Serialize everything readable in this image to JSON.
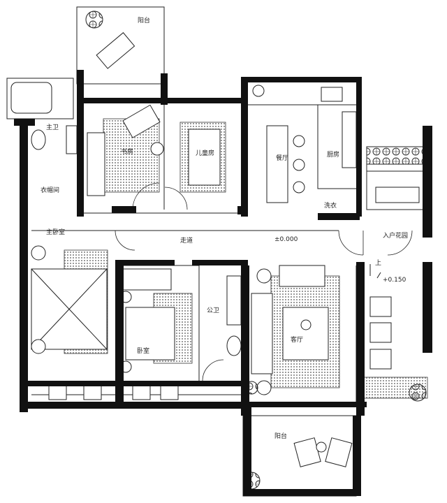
{
  "plan": {
    "rooms": {
      "balcony_top": "阳台",
      "master_bath": "主卫",
      "cloakroom": "衣帽间",
      "master_bedroom": "主卧室",
      "study": "书房",
      "kids_room": "儿童房",
      "dining": "餐厅",
      "kitchen": "厨房",
      "laundry": "洗衣",
      "corridor": "走道",
      "entry_garden": "入户花园",
      "public_bath": "公卫",
      "bedroom": "卧室",
      "living": "客厅",
      "balcony_bottom": "阳台"
    },
    "levels": {
      "main": "±0.000",
      "garden": "+0.150",
      "step_up": "上"
    },
    "colors": {
      "wall": "#111111",
      "line": "#222222",
      "hatch": "#b0b0b0"
    }
  }
}
